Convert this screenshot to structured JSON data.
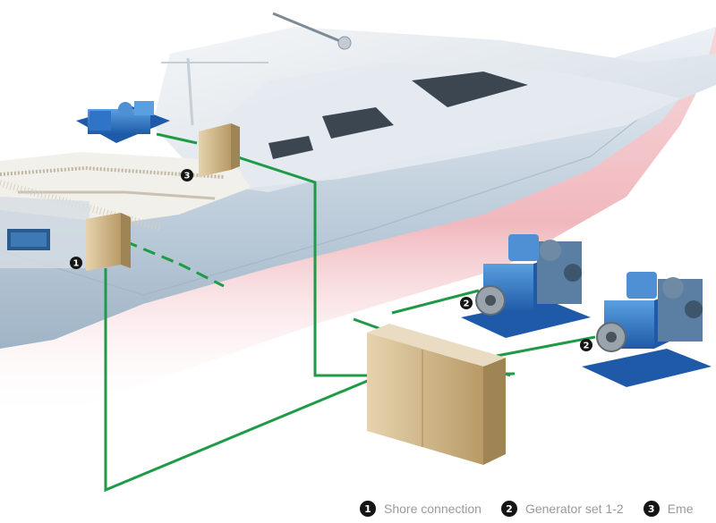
{
  "markers": {
    "shore": "1",
    "generator": "2",
    "emergency": "3"
  },
  "legend": [
    {
      "number": "1",
      "label": "Shore connection"
    },
    {
      "number": "2",
      "label": "Generator set 1-2"
    },
    {
      "number": "3",
      "label": "Eme"
    }
  ],
  "colors": {
    "cable": "#1f9a46",
    "hull": "#c9d6e2",
    "hull_bottom": "#e8a0a6",
    "engine": "#2f74c6",
    "cabinet": "#d8c29a",
    "marker": "#151515",
    "legend_text": "#9a9a9a"
  }
}
